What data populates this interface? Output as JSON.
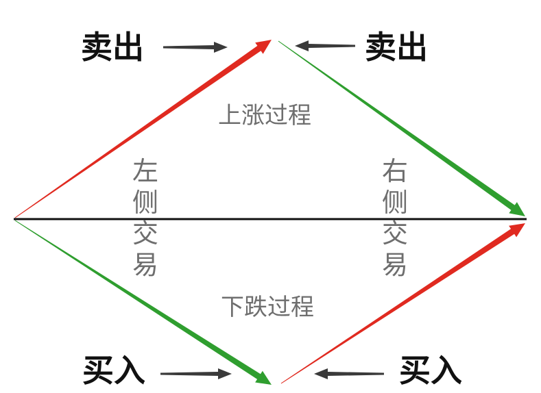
{
  "labels": {
    "sell_left": "卖出",
    "sell_right": "卖出",
    "buy_left": "买入",
    "buy_right": "买入",
    "rising_process": "上涨过程",
    "falling_process": "下跌过程",
    "left_side_trading": "左侧交易",
    "right_side_trading": "右侧交易"
  },
  "colors": {
    "rise": "#e02a20",
    "fall": "#2f9e2f",
    "baseline": "#111111",
    "pointer": "#3a3a3a",
    "action_text": "#111111",
    "phase_text": "#6e6e6e"
  }
}
